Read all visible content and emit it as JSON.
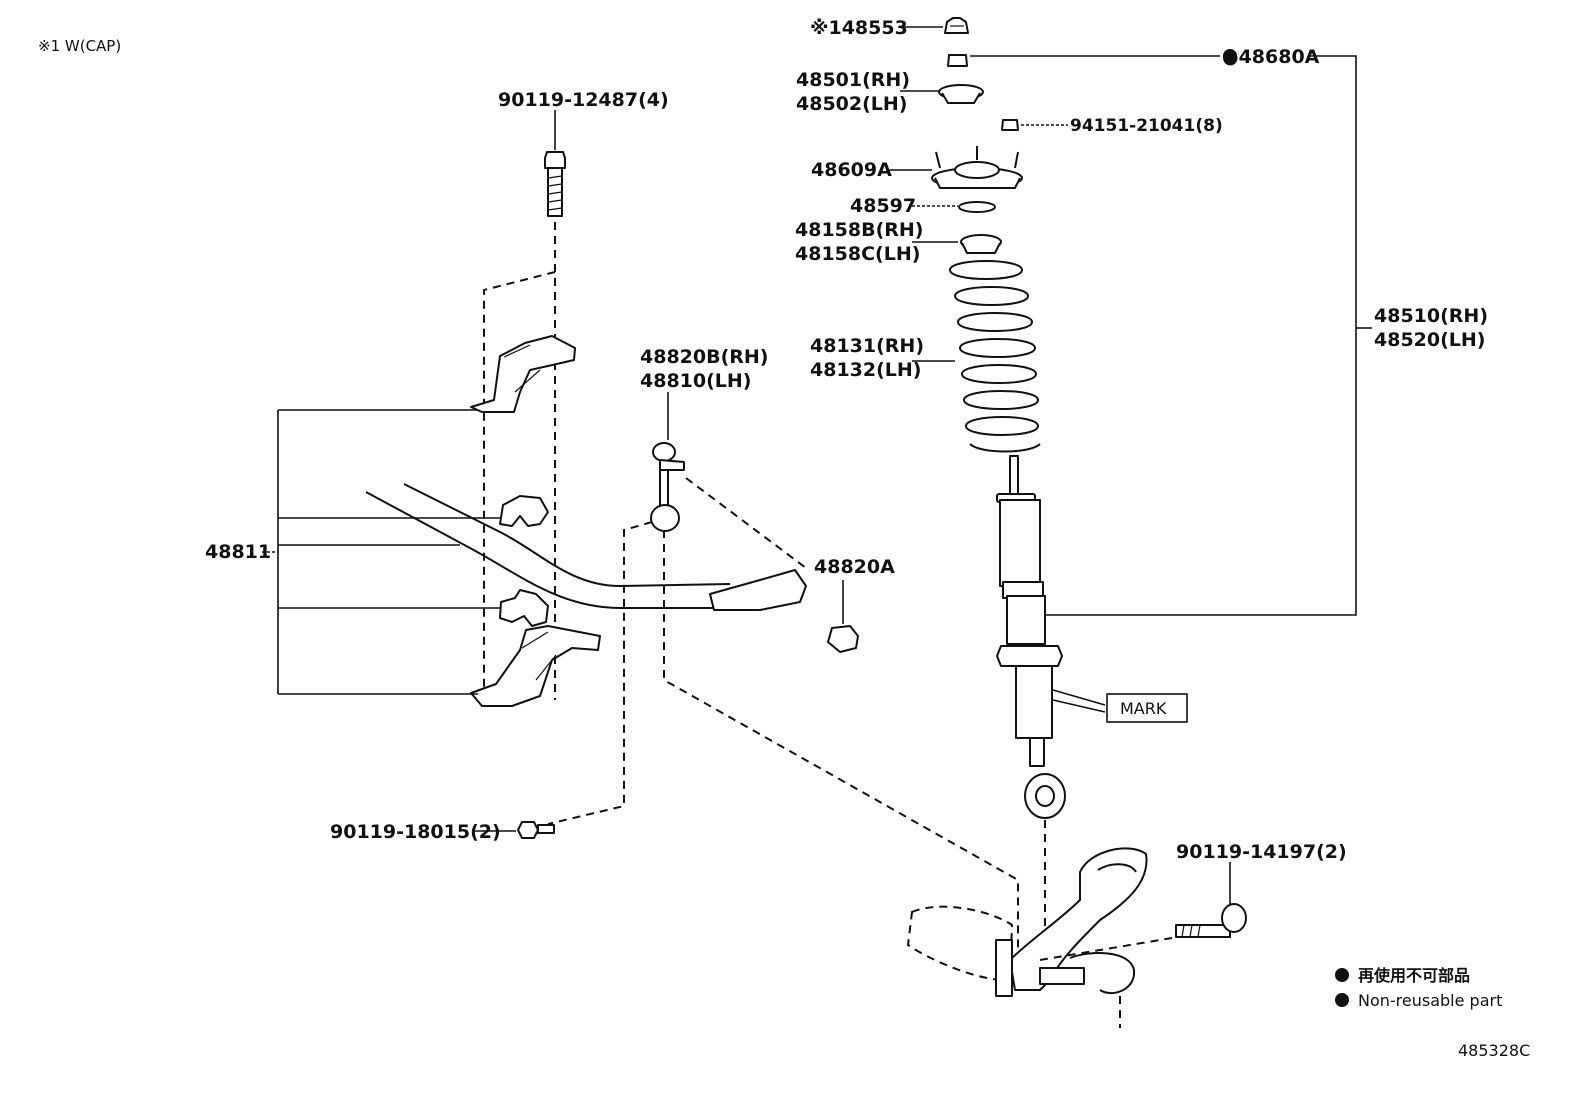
{
  "note": "※1 W(CAP)",
  "labels": {
    "p48553": "※148553",
    "p48680A": "●48680A",
    "p48501": "48501(RH)",
    "p48502": "48502(LH)",
    "p94151": "94151-21041(8)",
    "p48609A": "48609A",
    "p48597": "48597",
    "p48158B": "48158B(RH)",
    "p48158C": "48158C(LH)",
    "p48131": "48131(RH)",
    "p48132": "48132(LH)",
    "p48510": "48510(RH)",
    "p48520": "48520(LH)",
    "p90119_12487": "90119-12487(4)",
    "p48820B": "48820B(RH)",
    "p48810": "48810(LH)",
    "p48811": "48811",
    "p48820A": "48820A",
    "mark": "MARK",
    "p90119_18015": "90119-18015(2)",
    "p90119_14197": "90119-14197(2)"
  },
  "legend": {
    "jp": "再使用不可部品",
    "en": "Non-reusable part"
  },
  "figure_code": "485328C",
  "icons": [
    "filled-circle-icon"
  ]
}
